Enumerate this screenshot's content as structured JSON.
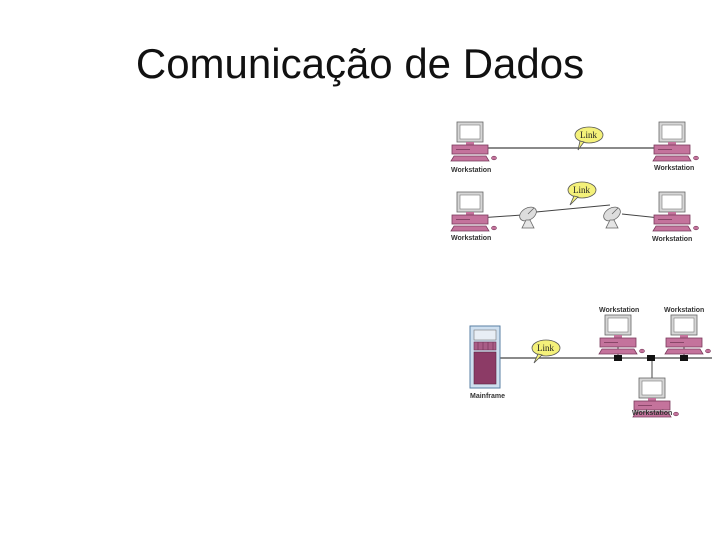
{
  "slide": {
    "title": "Comunicação de Dados"
  },
  "diagram": {
    "colors": {
      "link_bubble": "#f4f17a",
      "computer": "#c4739c",
      "monitor_frame": "#d6d6d6",
      "line": "#444444",
      "mainframe": "#8c3b66"
    },
    "point_to_point": {
      "left_label": "Workstation",
      "right_label": "Workstation",
      "link_label": "Link"
    },
    "satellite_link": {
      "left_label": "Workstation",
      "right_label": "Workstation",
      "link_label": "Link",
      "icons": [
        "satellite-dish-icon",
        "satellite-dish-icon"
      ]
    },
    "multipoint": {
      "mainframe_label": "Mainframe",
      "link_label": "Link",
      "workstation_labels": [
        "Workstation",
        "Workstation",
        "Workstation"
      ]
    }
  }
}
